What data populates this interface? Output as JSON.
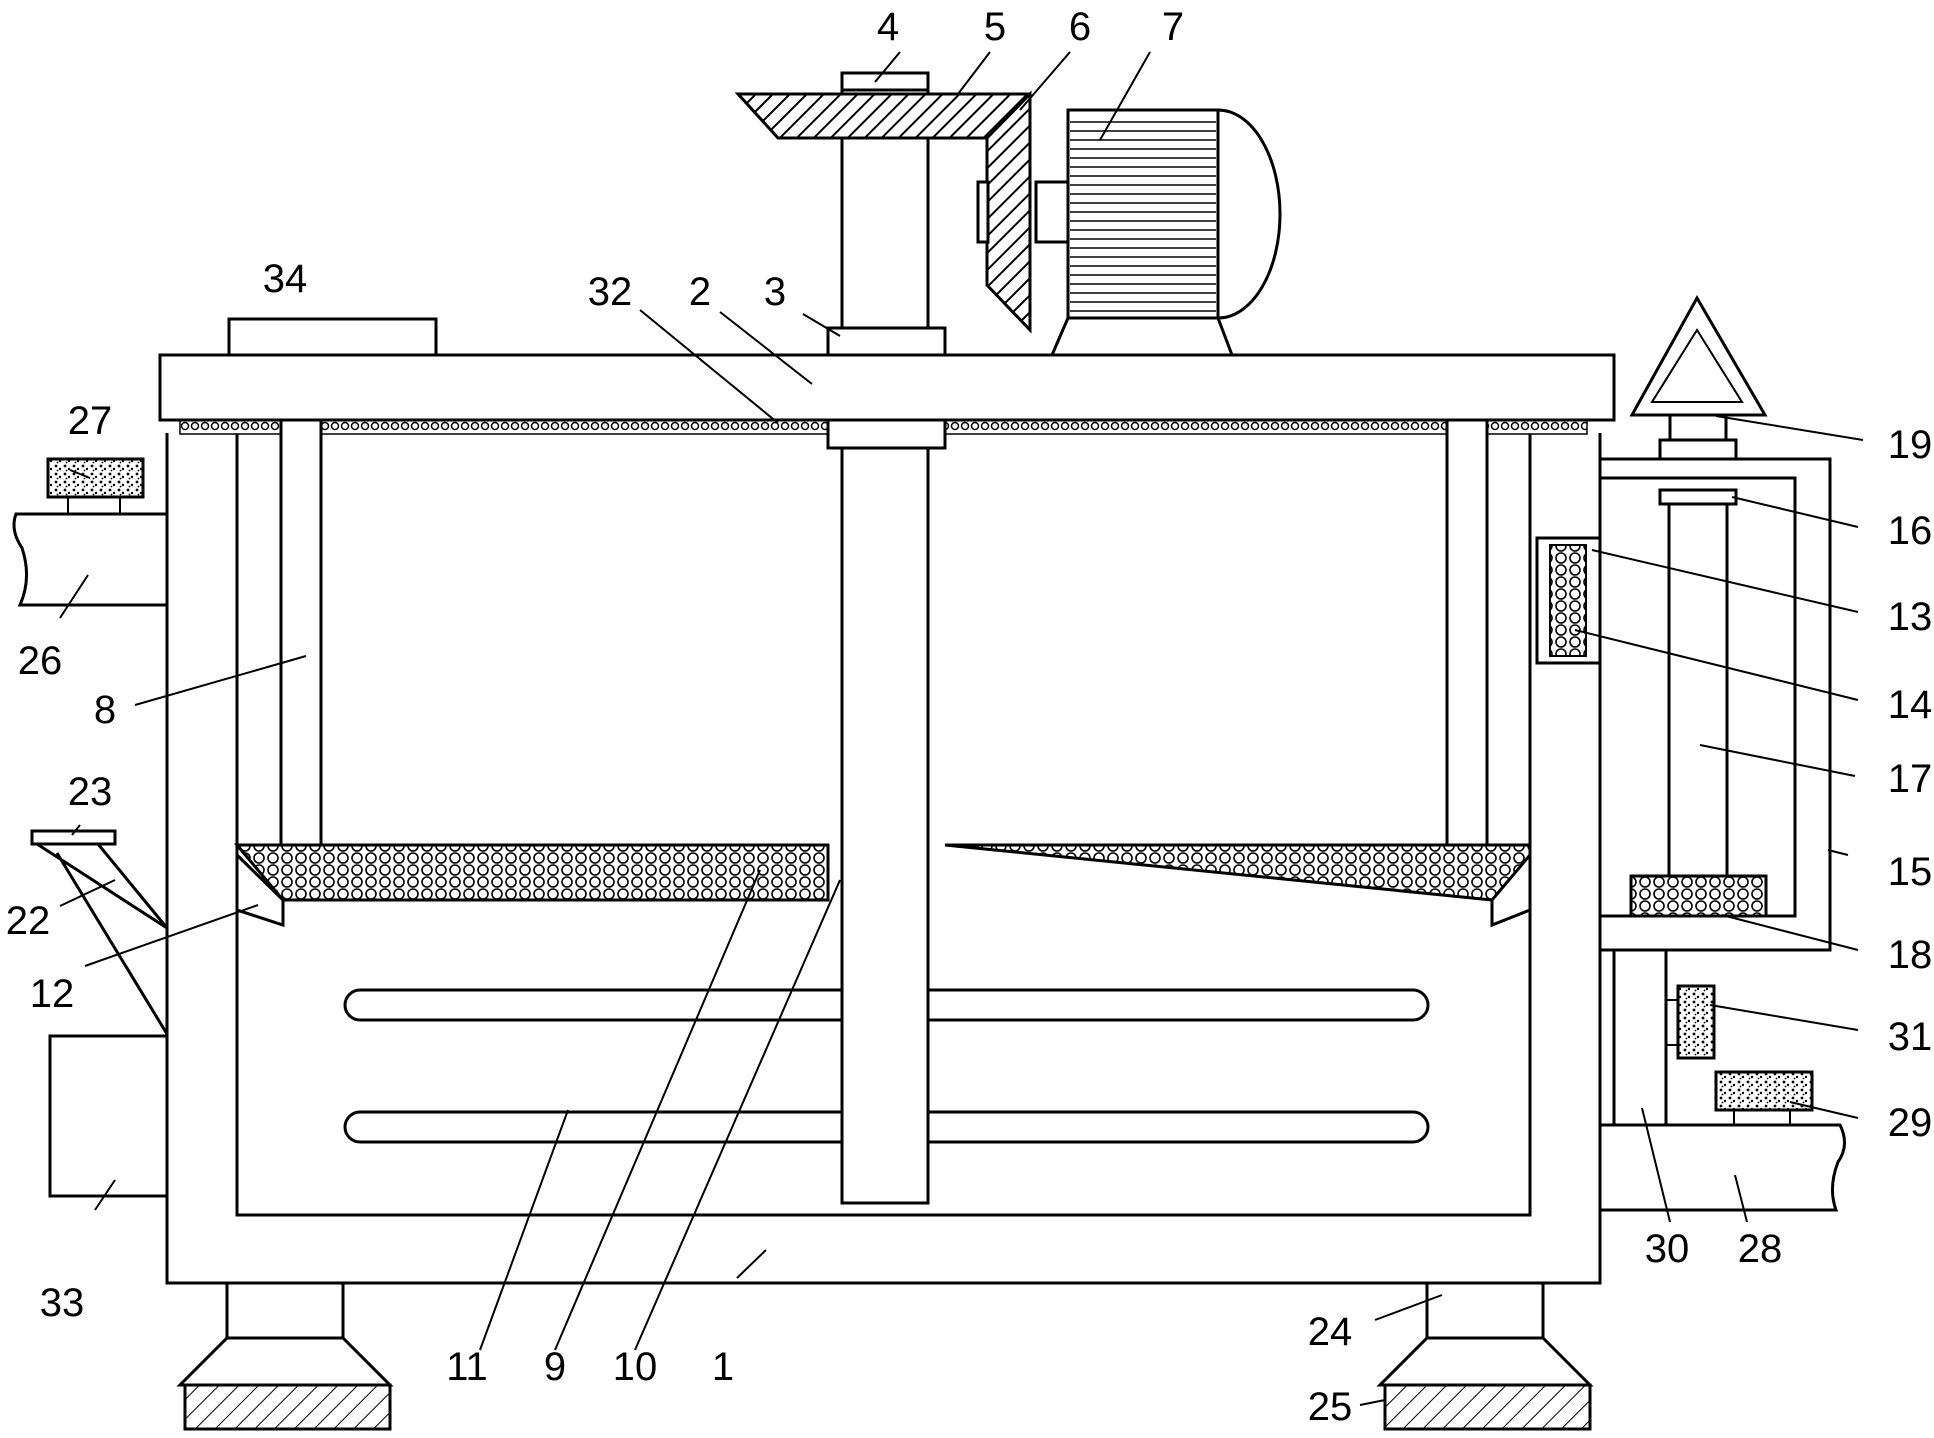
{
  "labels": {
    "l1": "1",
    "l2": "2",
    "l3": "3",
    "l4": "4",
    "l5": "5",
    "l6": "6",
    "l7": "7",
    "l8": "8",
    "l9": "9",
    "l10": "10",
    "l11": "11",
    "l12": "12",
    "l13": "13",
    "l14": "14",
    "l15": "15",
    "l16": "16",
    "l17": "17",
    "l18": "18",
    "l19": "19",
    "l22": "22",
    "l23": "23",
    "l24": "24",
    "l25": "25",
    "l26": "26",
    "l27": "27",
    "l28": "28",
    "l29": "29",
    "l30": "30",
    "l31": "31",
    "l32": "32",
    "l33": "33",
    "l34": "34"
  }
}
